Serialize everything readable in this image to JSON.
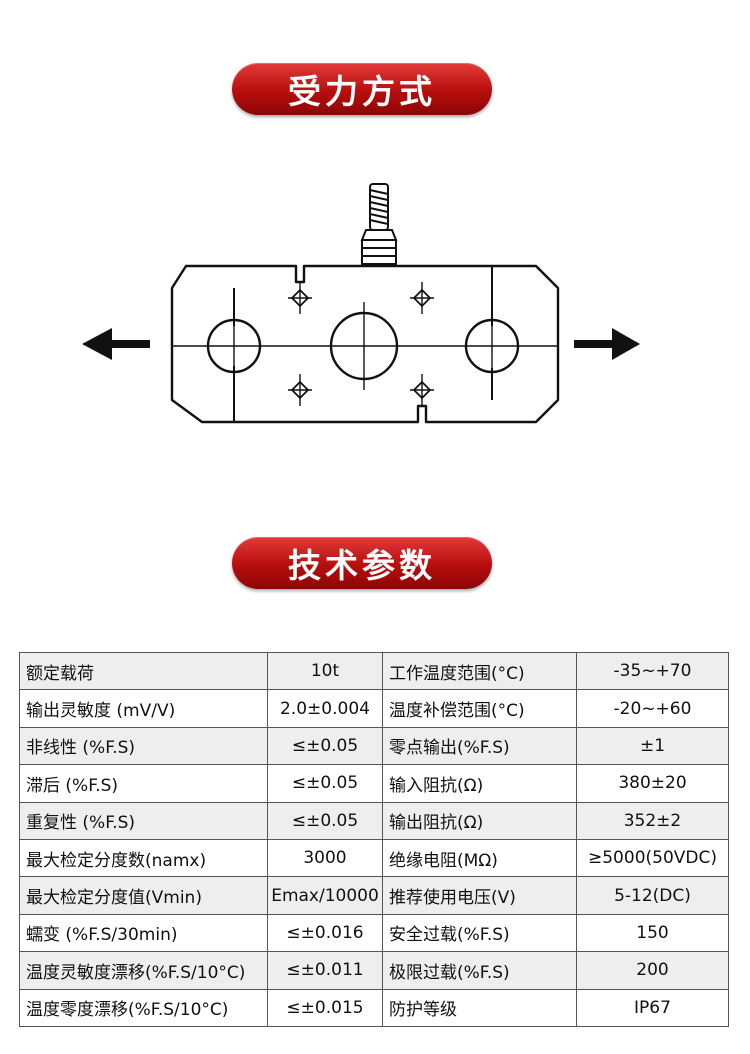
{
  "sections": {
    "force_title": "受力方式",
    "spec_title": "技术参数"
  },
  "specs": [
    {
      "label_a": "额定载荷",
      "value_a": "10t",
      "label_b": "工作温度范围(°C)",
      "value_b": "-35~+70"
    },
    {
      "label_a": "输出灵敏度 (mV/V)",
      "value_a": "2.0±0.004",
      "label_b": "温度补偿范围(°C)",
      "value_b": "-20~+60"
    },
    {
      "label_a": "非线性 (%F.S)",
      "value_a": "≤±0.05",
      "label_b": "零点输出(%F.S)",
      "value_b": "±1"
    },
    {
      "label_a": "滞后 (%F.S)",
      "value_a": "≤±0.05",
      "label_b": "输入阻抗(Ω)",
      "value_b": "380±20"
    },
    {
      "label_a": "重复性 (%F.S)",
      "value_a": "≤±0.05",
      "label_b": "输出阻抗(Ω)",
      "value_b": "352±2"
    },
    {
      "label_a": "最大检定分度数(namx)",
      "value_a": "3000",
      "label_b": "绝缘电阻(MΩ)",
      "value_b": "≥5000(50VDC)"
    },
    {
      "label_a": "最大检定分度值(Vmin)",
      "value_a": "Emax/10000",
      "label_b": "推荐使用电压(V)",
      "value_b": "5-12(DC)"
    },
    {
      "label_a": "蠕变 (%F.S/30min)",
      "value_a": "≤±0.016",
      "label_b": "安全过载(%F.S)",
      "value_b": "150"
    },
    {
      "label_a": "温度灵敏度漂移(%F.S/10°C)",
      "value_a": "≤±0.011",
      "label_b": "极限过载(%F.S)",
      "value_b": "200"
    },
    {
      "label_a": "温度零度漂移(%F.S/10°C)",
      "value_a": "≤±0.015",
      "label_b": "防护等级",
      "value_b": "IP67"
    }
  ]
}
